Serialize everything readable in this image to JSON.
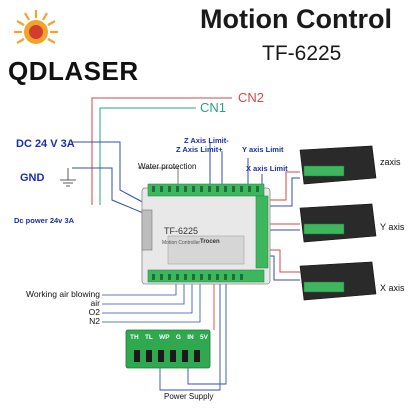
{
  "brand": {
    "name": "QDLASER"
  },
  "header": {
    "title": "Motion Control",
    "model": "TF-6225"
  },
  "connectors": {
    "cn1": "CN1",
    "cn2": "CN2"
  },
  "power": {
    "dc": "DC 24 V 3A",
    "gnd": "GND",
    "dc_power": "Dc power 24v 3A"
  },
  "board": {
    "label": "TF-6225",
    "subtitle": "Motion Controller",
    "maker": "Trocen"
  },
  "labels": {
    "water_protection": "Water protection",
    "z_limit_minus": "Z Axis Limit-",
    "z_limit_plus": "Z Axis Limit+",
    "y_limit": "Y axis Limit",
    "x_limit": "X axis Limit",
    "working_air": "Working air blowing",
    "air": "air",
    "o2": "O2",
    "n2": "N2",
    "power_supply": "Power Supply"
  },
  "drivers": [
    {
      "label": "zaxis"
    },
    {
      "label": "Y axis"
    },
    {
      "label": "X axis"
    }
  ],
  "terminal": {
    "pins": [
      "TH",
      "TL",
      "WP",
      "G",
      "IN",
      "5V"
    ]
  },
  "colors": {
    "cn1": "#2aa08a",
    "cn2": "#d04848",
    "wire_blue": "#2c4fb0",
    "wire_green": "#2aa08a",
    "wire_red": "#d04848",
    "terminal": "#2fa84f"
  }
}
